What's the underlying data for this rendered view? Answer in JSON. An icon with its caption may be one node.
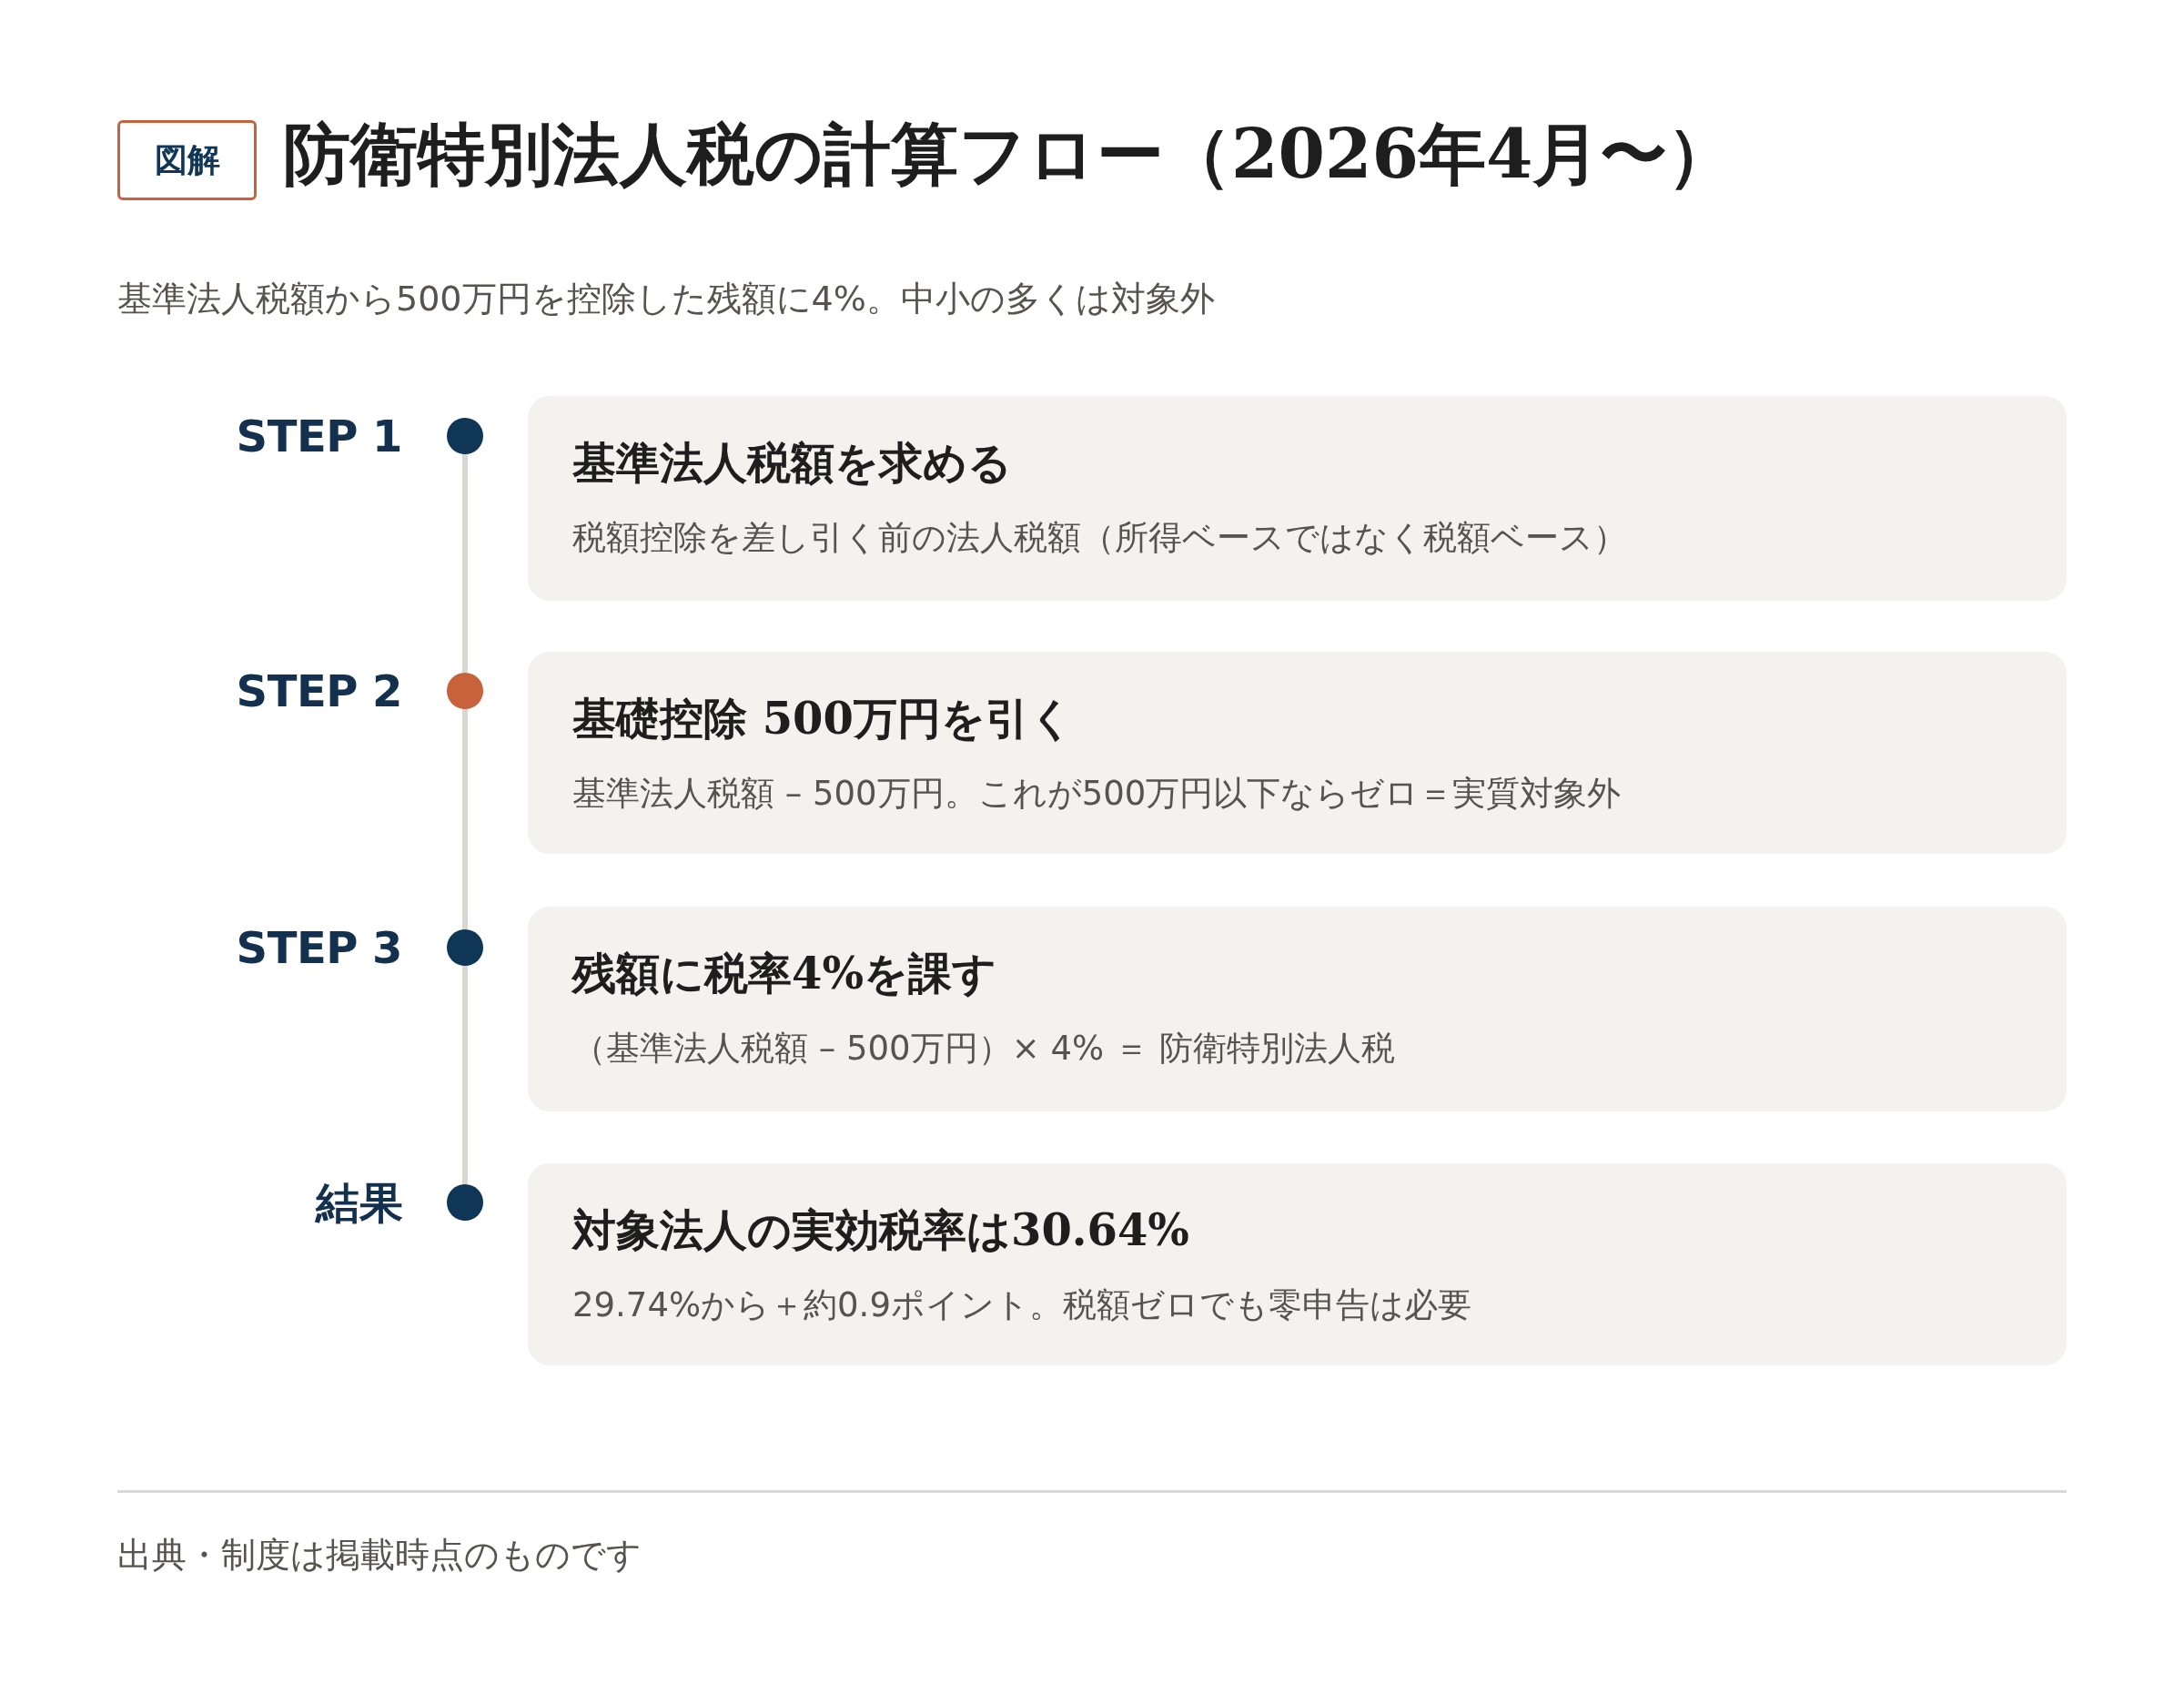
{
  "diagram": {
    "title": "防衛特別法人税の計算フロー（2026年4月〜）",
    "nodes": [
      {
        "text": [
          "図解"
        ]
      },
      {
        "text": [],
        "shape": "circle",
        "beside": [
          "STEP 1"
        ]
      },
      {
        "text": [
          "基準法人税額を求める",
          "税額控除を差し引く前の法人税額（所得ベースではなく税額ベース）"
        ]
      },
      {
        "text": [],
        "shape": "circle",
        "beside": [
          "STEP 2"
        ]
      },
      {
        "text": [
          "基礎控除 500万円を引く",
          "基準法人税額 – 500万円。これが500万円以下ならゼロ＝実質対象外"
        ]
      },
      {
        "text": [],
        "shape": "circle",
        "beside": [
          "STEP 3"
        ]
      },
      {
        "text": [
          "残額に税率4%を課す",
          "（基準法人税額 – 500万円）× 4% ＝ 防衛特別法人税"
        ]
      },
      {
        "text": [],
        "shape": "circle",
        "beside": [
          "結果"
        ]
      },
      {
        "text": [
          "対象法人の実効税率は30.64%",
          "29.74%から＋約0.9ポイント。税額ゼロでも零申告は必要"
        ]
      }
    ],
    "edges": [
      {
        "from": 1,
        "to": 3,
        "arrow": "none"
      },
      {
        "from": 3,
        "to": 5,
        "arrow": "none"
      },
      {
        "from": 5,
        "to": 7,
        "arrow": "none"
      }
    ],
    "labels": [
      "基準法人税額から500万円を控除した残額に4%。中小の多くは対象外",
      "出典・制度は掲載時点のものです"
    ]
  }
}
